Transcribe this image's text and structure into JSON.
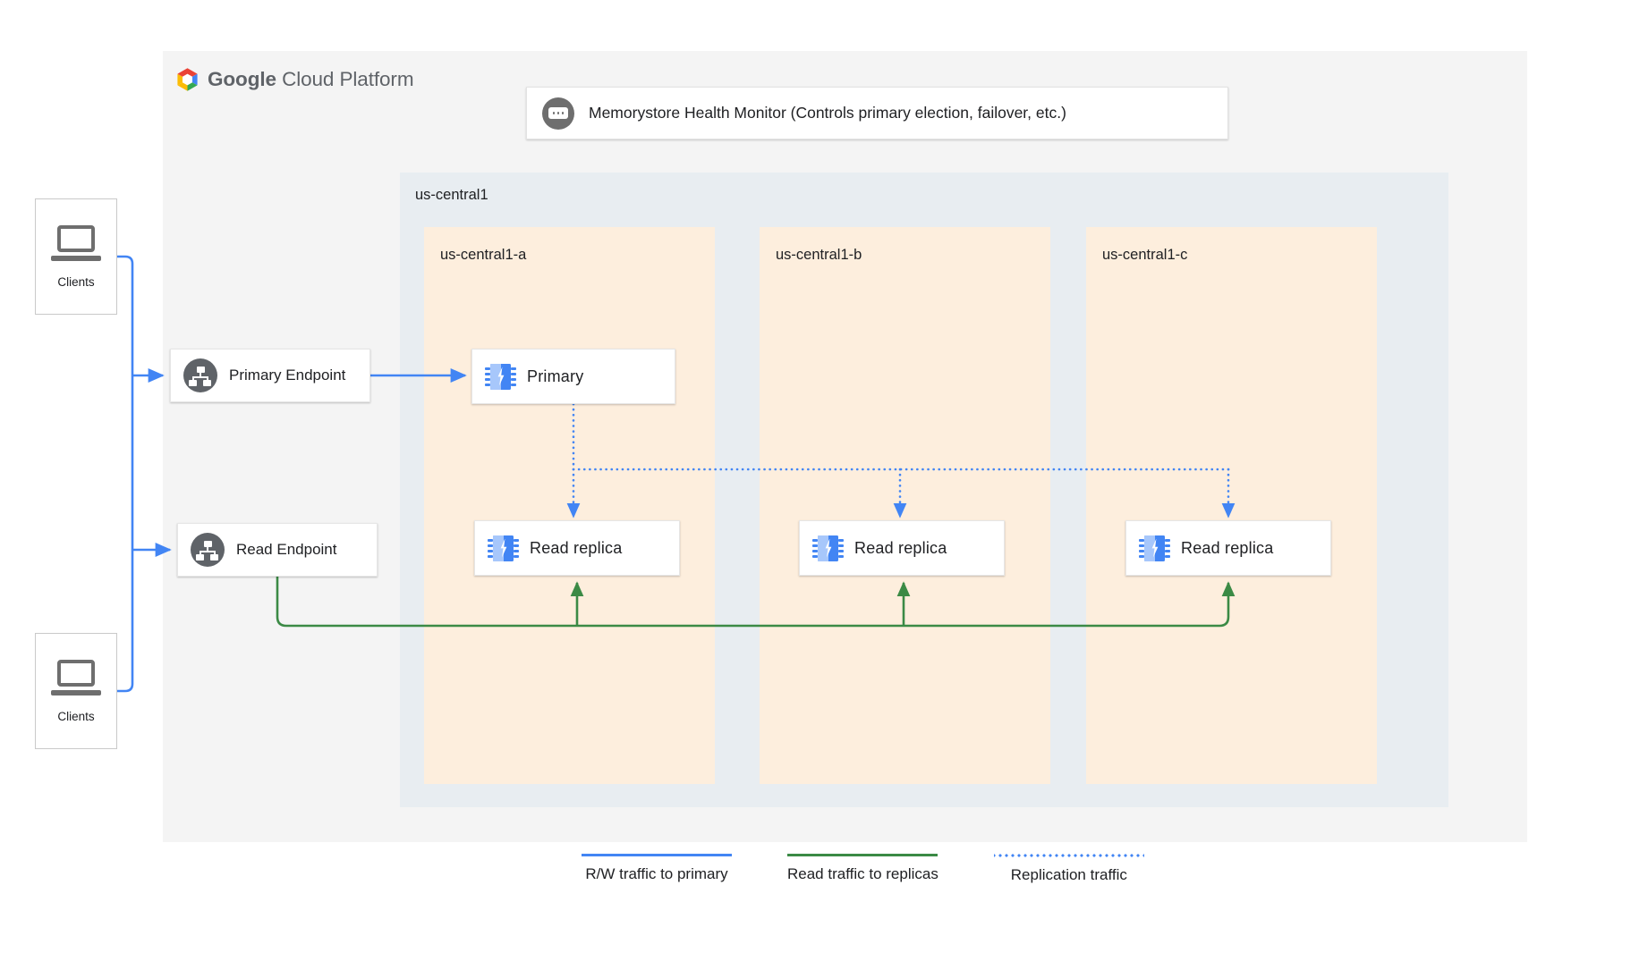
{
  "platform": {
    "name_bold": "Google",
    "name_light": "Cloud Platform",
    "logo_icon": "google-cloud-hexagon-logo"
  },
  "health_monitor": {
    "icon": "health-monitor-icon",
    "text": "Memorystore Health Monitor (Controls primary election, failover, etc.)"
  },
  "region": {
    "label": "us-central1",
    "zones": [
      {
        "label": "us-central1-a"
      },
      {
        "label": "us-central1-b"
      },
      {
        "label": "us-central1-c"
      }
    ]
  },
  "endpoints": [
    {
      "label": "Primary Endpoint",
      "icon": "endpoint-hierarchy-icon"
    },
    {
      "label": "Read Endpoint",
      "icon": "endpoint-hierarchy-icon"
    }
  ],
  "nodes": {
    "primary": {
      "label": "Primary",
      "icon": "memorystore-chip-icon",
      "zone": "us-central1-a"
    },
    "replicas": [
      {
        "label": "Read replica",
        "icon": "memorystore-chip-icon",
        "zone": "us-central1-a"
      },
      {
        "label": "Read replica",
        "icon": "memorystore-chip-icon",
        "zone": "us-central1-b"
      },
      {
        "label": "Read replica",
        "icon": "memorystore-chip-icon",
        "zone": "us-central1-c"
      }
    ]
  },
  "clients": [
    {
      "label": "Clients",
      "icon": "laptop-icon"
    },
    {
      "label": "Clients",
      "icon": "laptop-icon"
    }
  ],
  "legend": [
    {
      "label": "R/W traffic to primary",
      "style": "solid",
      "color": "#4285f4"
    },
    {
      "label": "Read traffic to replicas",
      "style": "solid",
      "color": "#3b8a45"
    },
    {
      "label": "Replication traffic",
      "style": "dotted",
      "color": "#4285f4"
    }
  ],
  "colors": {
    "canvas": "#f4f4f4",
    "region": "#e8edf1",
    "zone": "#fdeedd",
    "blue": "#4285f4",
    "green": "#3b8a45",
    "gray_icon": "#5f6368"
  }
}
